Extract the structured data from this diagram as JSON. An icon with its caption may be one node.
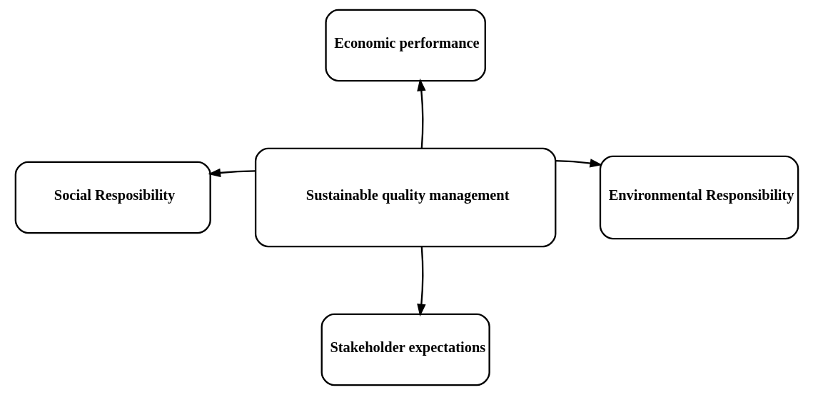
{
  "diagram": {
    "nodes": [
      {
        "text": [
          "Economic performance"
        ]
      },
      {
        "text": [
          "Social Resposibility"
        ]
      },
      {
        "text": [
          "Sustainable quality management"
        ]
      },
      {
        "text": [
          "Environmental Responsibility"
        ]
      },
      {
        "text": [
          "Stakeholder expectations"
        ]
      }
    ],
    "edges": [
      {
        "from": 2,
        "to": 0,
        "arrow": "to"
      },
      {
        "from": 2,
        "to": 1,
        "arrow": "to"
      },
      {
        "from": 2,
        "to": 3,
        "arrow": "to"
      },
      {
        "from": 2,
        "to": 4,
        "arrow": "to"
      }
    ]
  }
}
